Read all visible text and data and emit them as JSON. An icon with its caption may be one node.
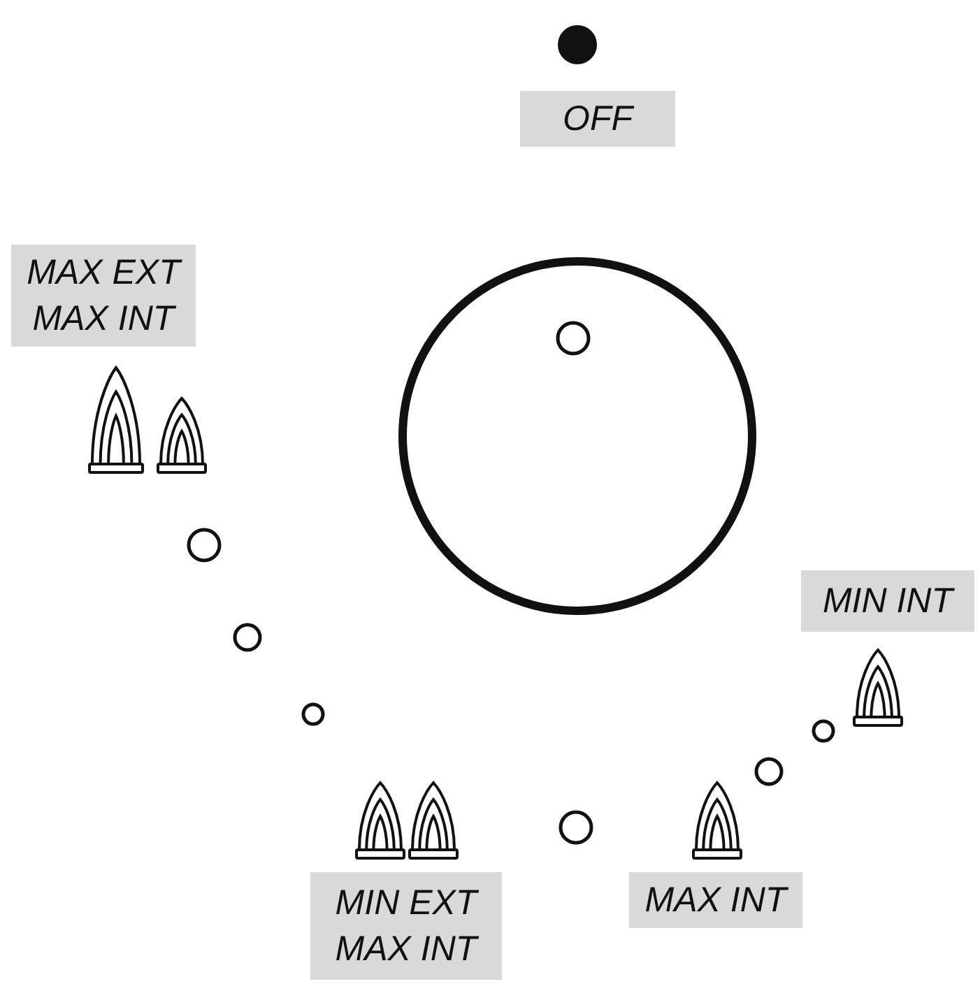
{
  "diagram": {
    "nodes": [
      {
        "text": [
          "OFF"
        ]
      },
      {
        "text": [
          "MAX EXT MAX INT"
        ]
      },
      {
        "text": [
          "MIN INT"
        ]
      },
      {
        "text": [
          "MIN EXT MAX INT"
        ]
      },
      {
        "text": [
          "MAX INT"
        ]
      }
    ]
  }
}
